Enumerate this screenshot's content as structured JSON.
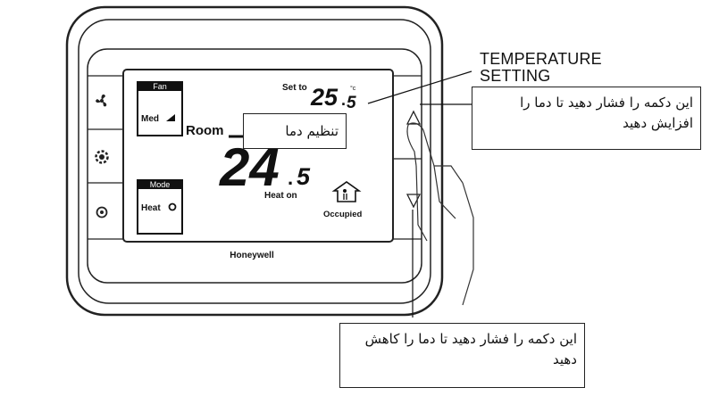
{
  "thermostat": {
    "fan_box": {
      "title": "Fan",
      "value": "Med"
    },
    "mode_box": {
      "title": "Mode",
      "value": "Heat"
    },
    "set_label": "Set to",
    "set_value_main": "25",
    "set_value_decimal": "5",
    "set_unit": "°c",
    "room_label": "Room",
    "room_value_main": "24",
    "room_value_decimal": "5",
    "heat_status": "Heat on",
    "occupancy": "Occupied",
    "brand": "Honeywell"
  },
  "annotations": {
    "temperature_setting": {
      "line1": "TEMPERATURE",
      "line2": "SETTING"
    },
    "set_temp_note": "تنظیم دما",
    "increase_note": "این دکمه را فشار دهید تا دما را افزایش دهید",
    "decrease_note": "این دکمه را فشار دهید تا دما را کاهش دهید"
  }
}
